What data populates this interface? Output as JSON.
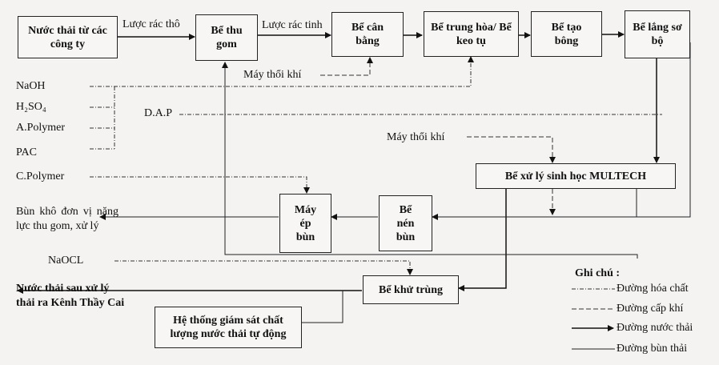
{
  "boxes": {
    "source": "Nước thải từ các công ty",
    "collection": "Bể thu gom",
    "equalization": "Bể cân bằng",
    "neutralization": "Bể trung hòa/ Bể keo tụ",
    "flocculation": "Bể tạo bông",
    "primary_settling": "Bể lắng sơ bộ",
    "biological": "Bể xử lý sinh học MULTECH",
    "thickener": "Bể nén bùn",
    "sludge_press": "Máy ép bùn",
    "disinfection": "Bể khử trùng",
    "monitoring": "Hệ thống giám sát chất lượng nước thải tự động"
  },
  "labels": {
    "coarse_screen": "Lược rác thô",
    "fine_screen": "Lược rác tinh",
    "blower_1": "Máy thổi khí",
    "blower_2": "Máy thổi khí",
    "naoh": "NaOH",
    "h2so4": "H₂SO₄",
    "a_polymer": "A.Polymer",
    "pac": "PAC",
    "c_polymer": "C.Polymer",
    "dap": "D.A.P",
    "naocl": "NaOCL",
    "dry_sludge": "Bùn khô đơn vị năng lực thu gom, xử lý",
    "effluent": "Nước thải sau xử lý thải ra Kênh Thầy Cai"
  },
  "legend": {
    "title": "Ghi chú :",
    "chemical": "Đường hóa chất",
    "air": "Đường cấp khí",
    "water": "Đường nước thải",
    "sludge": "Đường bùn thải"
  }
}
